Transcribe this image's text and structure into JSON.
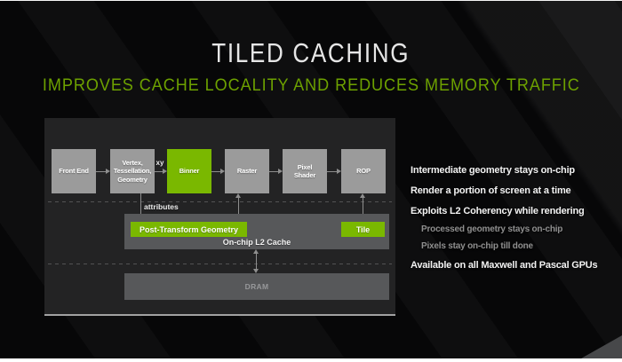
{
  "slide": {
    "title": "TILED CACHING",
    "subtitle": "IMPROVES CACHE LOCALITY AND REDUCES MEMORY TRAFFIC"
  },
  "colors": {
    "nvidia_green": "#76b900",
    "box_green": "#7ab800",
    "box_gray": "#9b9b9b",
    "container_gray": "#58595b",
    "panel_bg": "#232324"
  },
  "diagram": {
    "pipeline": [
      {
        "label": "Front End"
      },
      {
        "label": "Vertex,\nTessellation,\nGeometry"
      },
      {
        "label": "Binner"
      },
      {
        "label": "Raster"
      },
      {
        "label": "Pixel\nShader"
      },
      {
        "label": "ROP"
      }
    ],
    "edge_labels": {
      "xy": "xy",
      "attributes": "attributes"
    },
    "l2_region": {
      "post_transform_geometry": "Post-Transform Geometry",
      "tile": "Tile",
      "cache_label": "On-chip L2 Cache"
    },
    "dram_label": "DRAM"
  },
  "bullets": {
    "items": [
      {
        "text": "Intermediate geometry stays on-chip",
        "level": 1
      },
      {
        "text": "Render a portion of screen at a time",
        "level": 1
      },
      {
        "text": "Exploits L2 Coherency while rendering",
        "level": 1
      },
      {
        "text": "Processed geometry stays on-chip",
        "level": 2
      },
      {
        "text": "Pixels stay on-chip till done",
        "level": 2
      },
      {
        "text": "Available on all Maxwell and Pascal GPUs",
        "level": 1
      }
    ]
  }
}
